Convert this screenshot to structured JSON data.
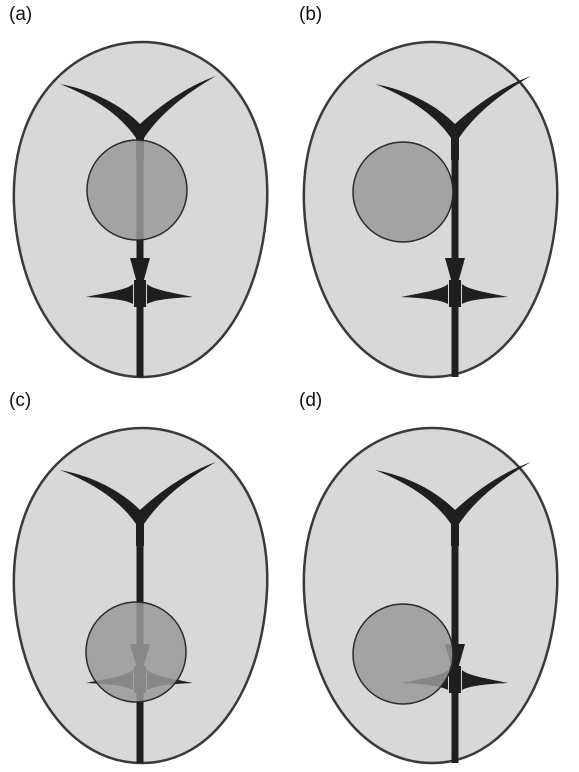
{
  "colors": {
    "background": "#ffffff",
    "head_fill": "#d8d8d8",
    "head_outline": "#3a3a3a",
    "structure": "#1f1f1f",
    "lesion_fill": "#9a9a9a",
    "lesion_outline": "#2a2a2a"
  },
  "panels": [
    {
      "label": "(a)",
      "lesion_position": "center"
    },
    {
      "label": "(b)",
      "lesion_position": "left"
    },
    {
      "label": "(c)",
      "lesion_position": "lower-center"
    },
    {
      "label": "(d)",
      "lesion_position": "lower-left"
    }
  ]
}
